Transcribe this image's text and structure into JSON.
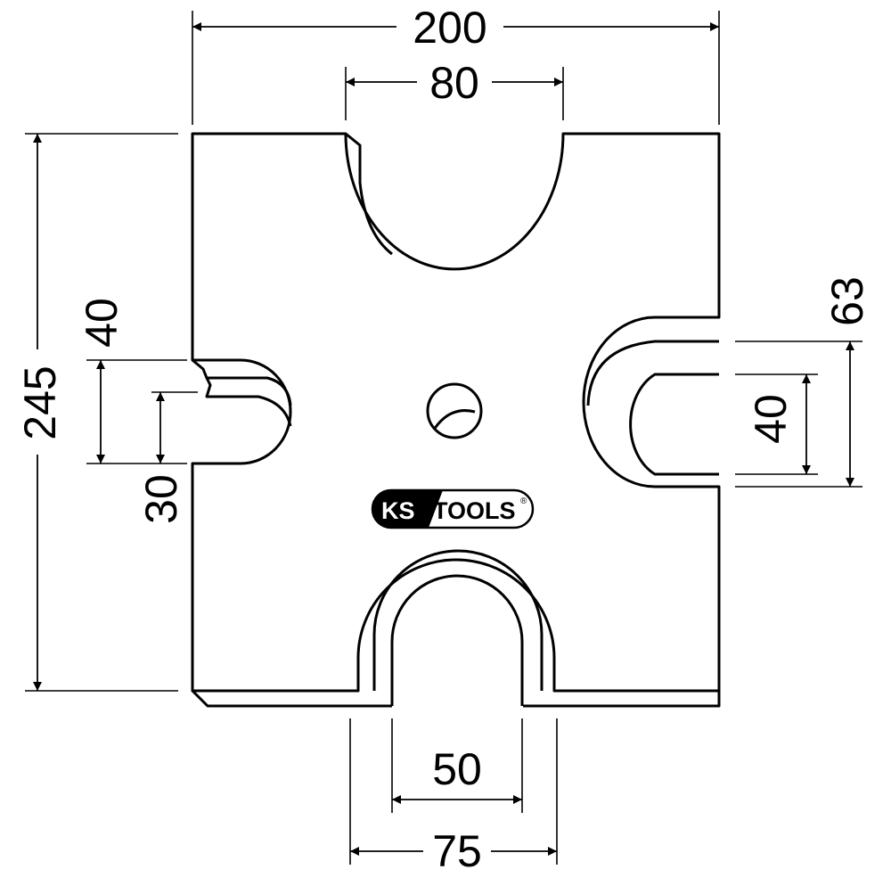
{
  "dimensions": {
    "overall_width": "200",
    "top_slot_width": "80",
    "overall_height": "245",
    "left_slot_outer": "40",
    "left_slot_inner": "30",
    "right_slot_outer": "63",
    "right_slot_inner": "40",
    "bottom_slot_inner": "50",
    "bottom_slot_outer": "75"
  },
  "logo": {
    "brand_left": "KS",
    "brand_right": "TOOLS",
    "registered": "®"
  },
  "colors": {
    "line": "#000000",
    "background": "#ffffff"
  }
}
